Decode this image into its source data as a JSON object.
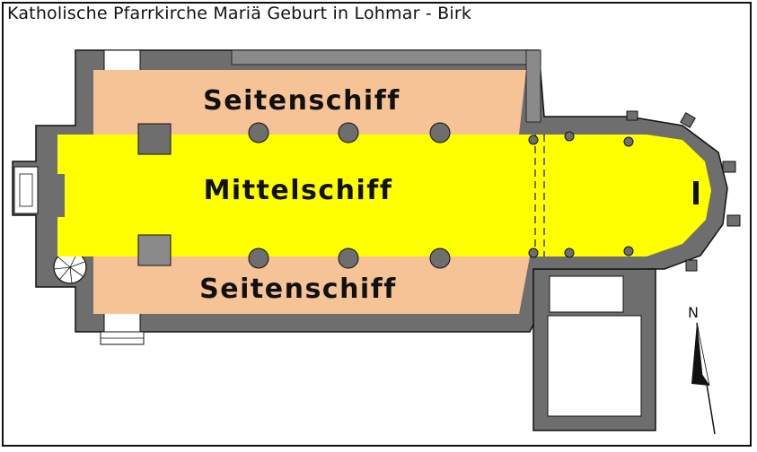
{
  "title": "Katholische Pfarrkirche Mariä Geburt in Lohmar - Birk",
  "labels": {
    "aisle_north": "Seitenschiff",
    "nave": "Mittelschiff",
    "aisle_south": "Seitenschiff",
    "north_arrow": "N"
  },
  "colors": {
    "wall": "#6e6e6e",
    "aisle": "#f6c397",
    "nave": "#ffff00",
    "outline": "#111111"
  }
}
